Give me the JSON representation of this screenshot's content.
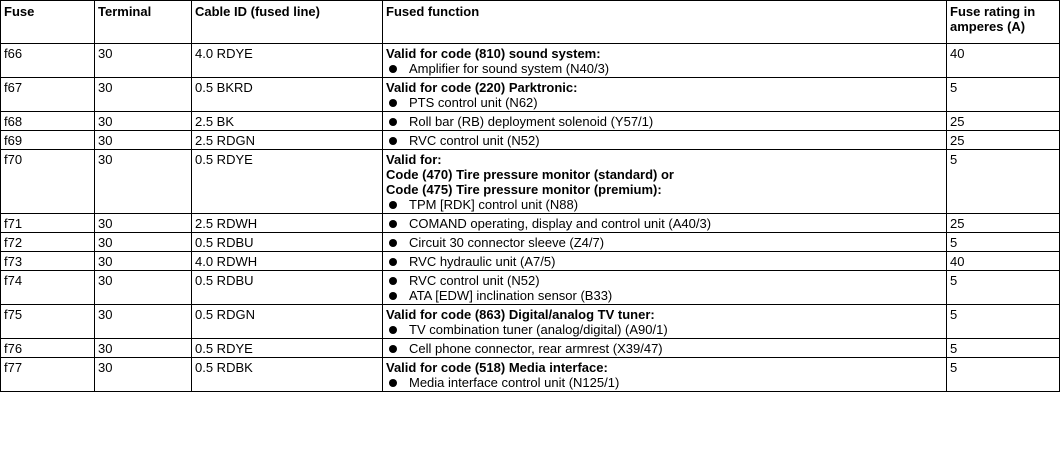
{
  "table": {
    "headers": {
      "fuse": "Fuse",
      "terminal": "Terminal",
      "cable": "Cable ID (fused line)",
      "function": "Fused function",
      "rating": "Fuse rating in amperes (A)"
    },
    "rows": [
      {
        "fuse": "f66",
        "terminal": "30",
        "cable": "4.0 RDYE",
        "headings": [
          "Valid for code (810) sound system:"
        ],
        "bullets": [
          "Amplifier for sound system (N40/3)"
        ],
        "rating": "40"
      },
      {
        "fuse": "f67",
        "terminal": "30",
        "cable": "0.5 BKRD",
        "headings": [
          "Valid for code (220) Parktronic:"
        ],
        "bullets": [
          "PTS control unit (N62)"
        ],
        "rating": "5"
      },
      {
        "fuse": "f68",
        "terminal": "30",
        "cable": "2.5 BK",
        "headings": [],
        "bullets": [
          "Roll bar (RB) deployment solenoid (Y57/1)"
        ],
        "rating": "25"
      },
      {
        "fuse": "f69",
        "terminal": "30",
        "cable": "2.5 RDGN",
        "headings": [],
        "bullets": [
          "RVC control unit (N52)"
        ],
        "rating": "25"
      },
      {
        "fuse": "f70",
        "terminal": "30",
        "cable": "0.5 RDYE",
        "headings": [
          "Valid for:",
          "Code (470) Tire pressure monitor (standard) or",
          "Code (475) Tire pressure monitor (premium):"
        ],
        "bullets": [
          "TPM [RDK] control unit (N88)"
        ],
        "rating": "5"
      },
      {
        "fuse": "f71",
        "terminal": "30",
        "cable": "2.5 RDWH",
        "headings": [],
        "bullets": [
          "COMAND operating, display and control unit (A40/3)"
        ],
        "rating": "25"
      },
      {
        "fuse": "f72",
        "terminal": "30",
        "cable": "0.5 RDBU",
        "headings": [],
        "bullets": [
          "Circuit 30 connector sleeve (Z4/7)"
        ],
        "rating": "5"
      },
      {
        "fuse": "f73",
        "terminal": "30",
        "cable": "4.0 RDWH",
        "headings": [],
        "bullets": [
          "RVC hydraulic unit (A7/5)"
        ],
        "rating": "40"
      },
      {
        "fuse": "f74",
        "terminal": "30",
        "cable": "0.5 RDBU",
        "headings": [],
        "bullets": [
          "RVC control unit (N52)",
          "ATA [EDW] inclination sensor (B33)"
        ],
        "rating": "5"
      },
      {
        "fuse": "f75",
        "terminal": "30",
        "cable": "0.5 RDGN",
        "headings": [
          "Valid for code (863) Digital/analog TV tuner:"
        ],
        "bullets": [
          "TV combination tuner (analog/digital) (A90/1)"
        ],
        "rating": "5"
      },
      {
        "fuse": "f76",
        "terminal": "30",
        "cable": "0.5 RDYE",
        "headings": [],
        "bullets": [
          "Cell phone connector, rear armrest (X39/47)"
        ],
        "rating": "5"
      },
      {
        "fuse": "f77",
        "terminal": "30",
        "cable": "0.5 RDBK",
        "headings": [
          "Valid for code (518) Media interface:"
        ],
        "bullets": [
          "Media interface control unit (N125/1)"
        ],
        "rating": "5"
      }
    ]
  }
}
